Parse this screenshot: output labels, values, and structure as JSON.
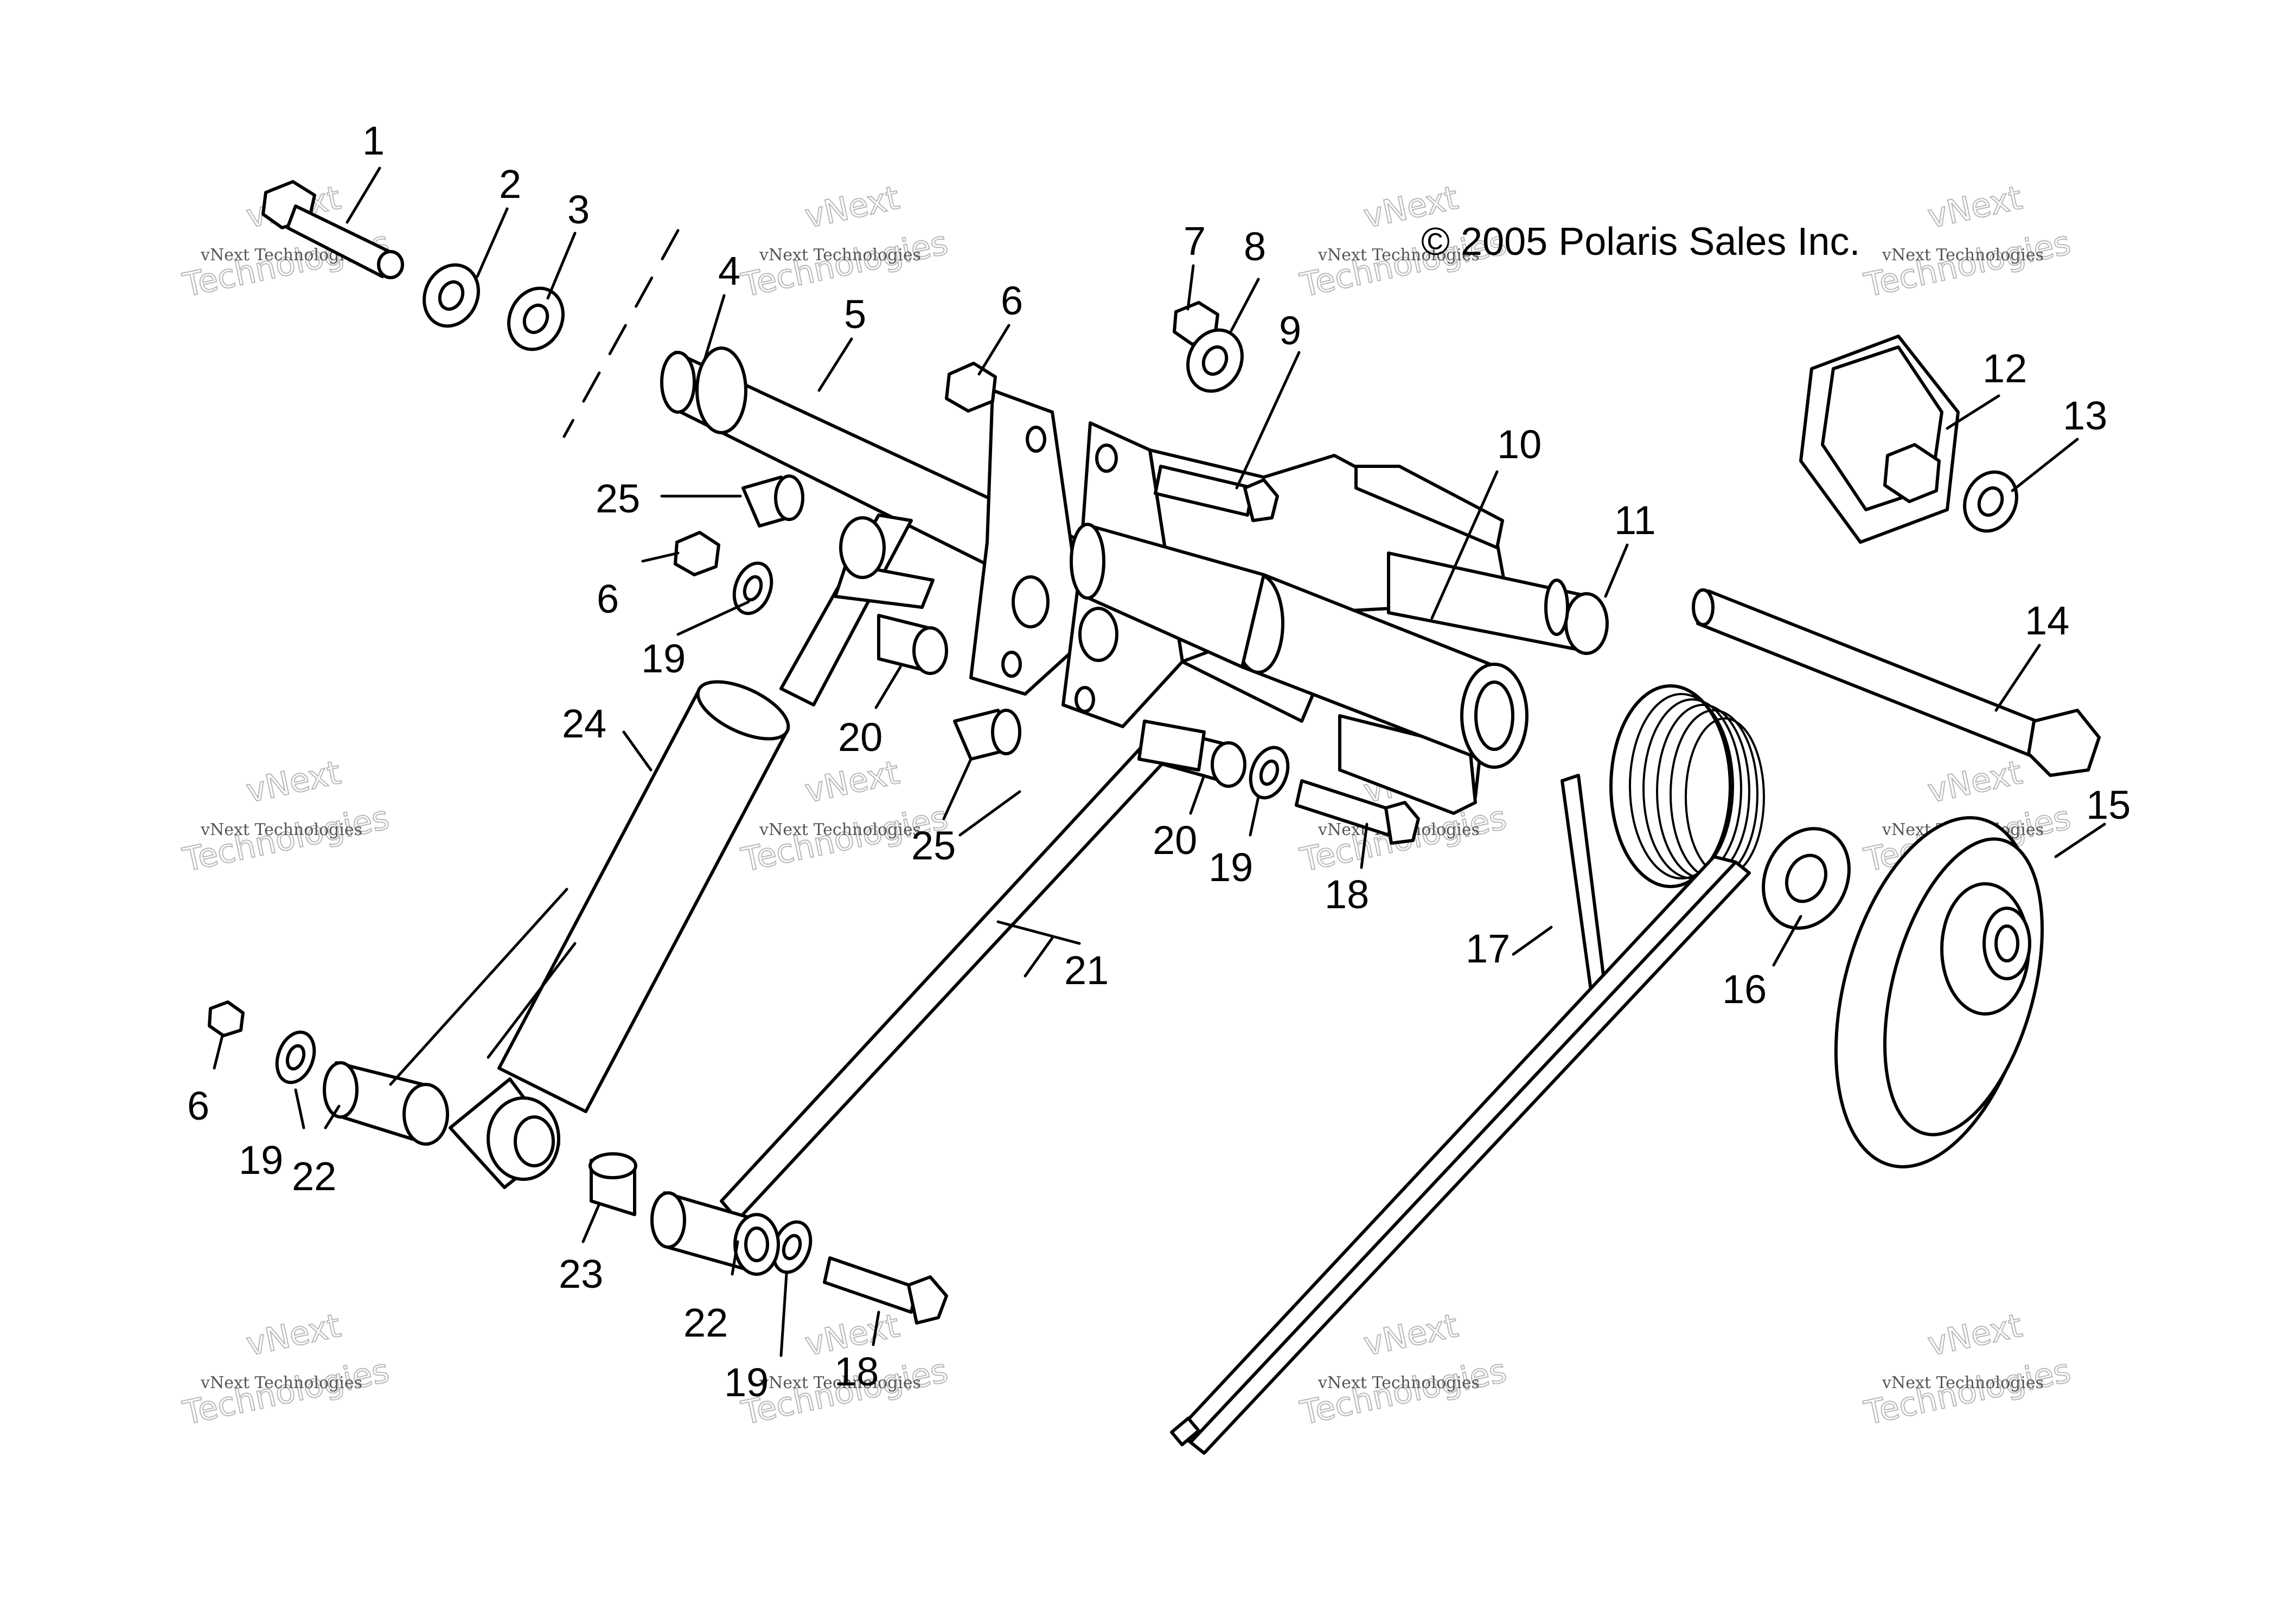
{
  "copyright": "© 2005 Polaris Sales Inc.",
  "watermark": {
    "line1": "vNext Technologies",
    "line2": "vNext",
    "line3": "Technologies"
  },
  "callouts": {
    "c1": "1",
    "c2": "2",
    "c3": "3",
    "c4": "4",
    "c5": "5",
    "c6a": "6",
    "c6b": "6",
    "c6c": "6",
    "c7": "7",
    "c8": "8",
    "c9": "9",
    "c10": "10",
    "c11": "11",
    "c12": "12",
    "c13": "13",
    "c14": "14",
    "c15": "15",
    "c16": "16",
    "c17": "17",
    "c18a": "18",
    "c18b": "18",
    "c19a": "19",
    "c19b": "19",
    "c19c": "19",
    "c19d": "19",
    "c20a": "20",
    "c20b": "20",
    "c21": "21",
    "c22a": "22",
    "c22b": "22",
    "c23": "23",
    "c24": "24",
    "c25a": "25",
    "c25b": "25"
  }
}
